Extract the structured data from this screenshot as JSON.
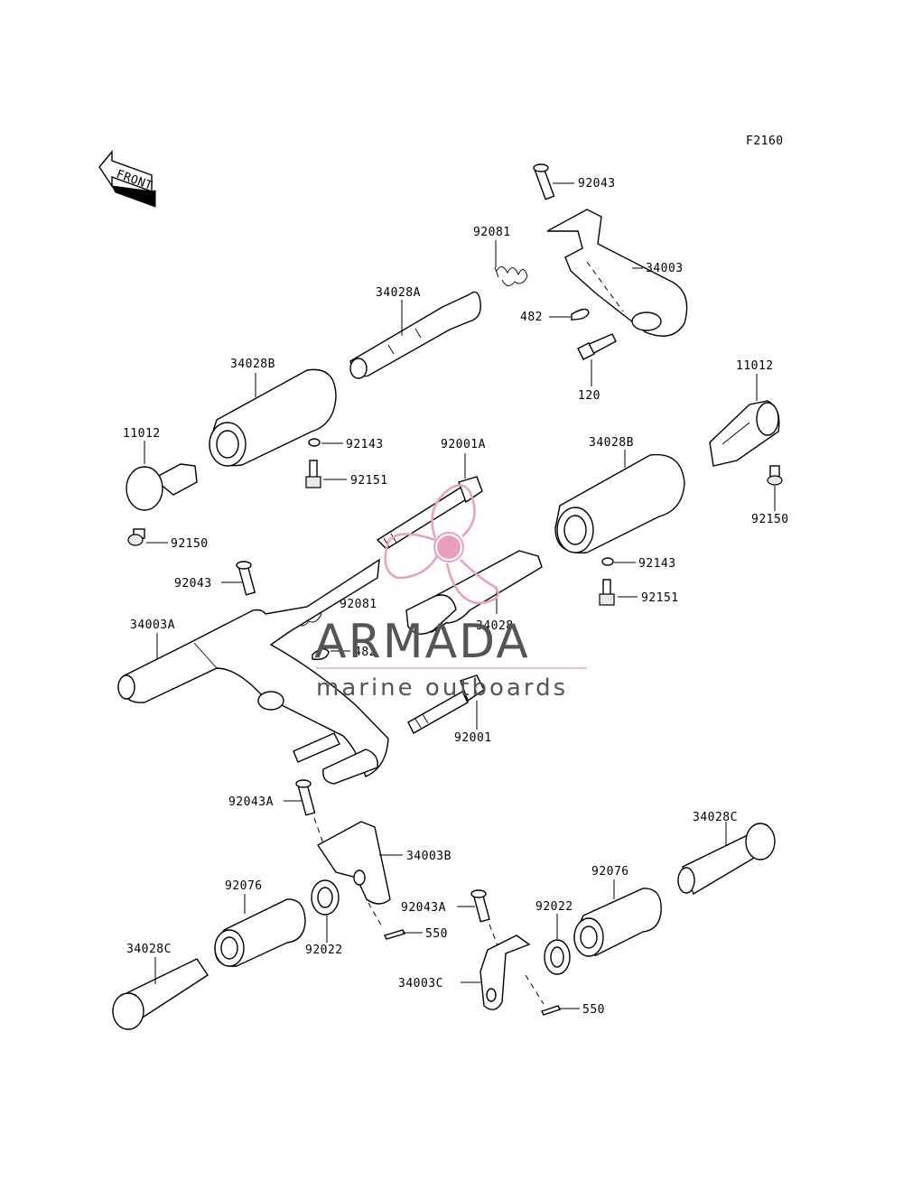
{
  "figure_code": "F2160",
  "front_arrow_text": "FRONT",
  "labels": {
    "p92043_top": "92043",
    "p92081_top": "92081",
    "p34003": "34003",
    "p34028A": "34028A",
    "p482_top": "482",
    "p120": "120",
    "p34028B_left": "34028B",
    "p11012_right": "11012",
    "p11012_left": "11012",
    "p92143_left": "92143",
    "p92001A": "92001A",
    "p34028B_right": "34028B",
    "p92151_left": "92151",
    "p92150_right": "92150",
    "p92150_left": "92150",
    "p92043_mid": "92043",
    "p92143_right": "92143",
    "p92081_mid": "92081",
    "p92151_right": "92151",
    "p34003A": "34003A",
    "p34028": "34028",
    "p482_mid": "482",
    "p92001": "92001",
    "p92043A_left": "92043A",
    "p34028C_right": "34028C",
    "p34003B": "34003B",
    "p92076_left": "92076",
    "p92076_right": "92076",
    "p92043A_right": "92043A",
    "p92022_right": "92022",
    "p550_left": "550",
    "p34028C_left": "34028C",
    "p92022_left": "92022",
    "p34003C": "34003C",
    "p550_right": "550"
  },
  "watermark": {
    "brand": "ARMADA",
    "tagline": "marine outboards",
    "brand_color": "#555555",
    "accent_color": "#e8a0bd"
  }
}
